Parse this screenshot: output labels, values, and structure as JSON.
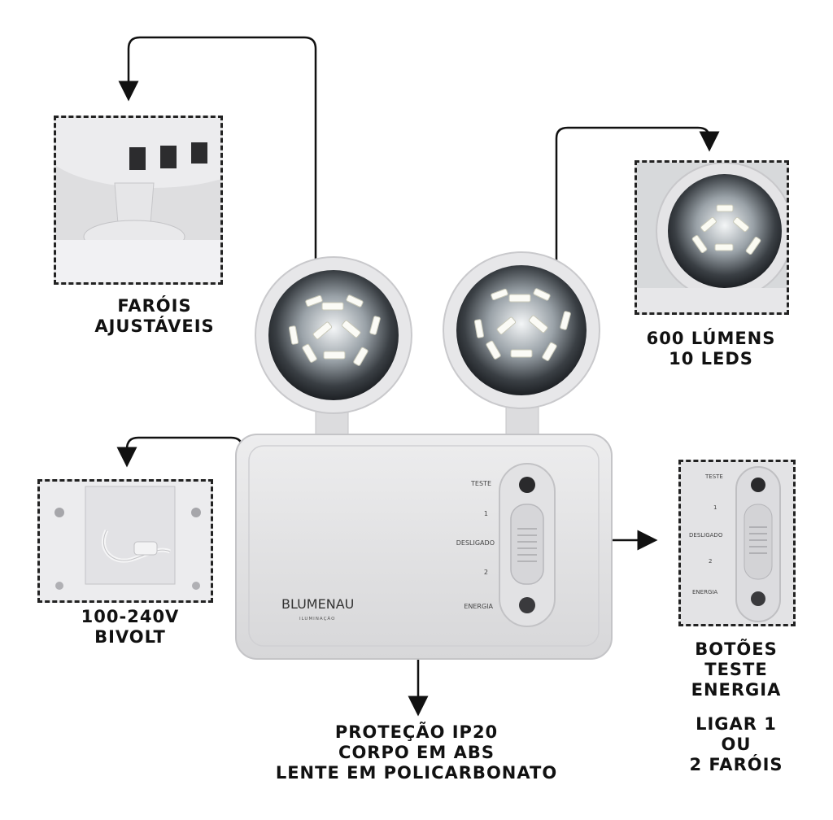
{
  "callouts": {
    "adjustable": {
      "line1": "FARÓIS",
      "line2": "AJUSTÁVEIS"
    },
    "lumens": {
      "line1": "600 LÚMENS",
      "line2": "10 LEDS"
    },
    "voltage": {
      "line1": "100-240V",
      "line2": "BIVOLT"
    },
    "buttons": {
      "line1": "BOTÕES",
      "line2": "TESTE",
      "line3": "ENERGIA"
    },
    "lamps": {
      "line1": "LIGAR 1",
      "line2": "OU",
      "line3": "2 FARÓIS"
    },
    "protection": {
      "line1": "PROTEÇÃO IP20",
      "line2": "CORPO EM ABS",
      "line3": "LENTE EM POLICARBONATO"
    }
  },
  "device": {
    "brand": "BLUMENAU",
    "brand_sub": "ILUMINAÇÃO",
    "panel_labels": {
      "teste": "TESTE",
      "one": "1",
      "desligado": "DESLIGADO",
      "two": "2",
      "energia": "ENERGIA"
    }
  },
  "colors": {
    "arrow": "#111111",
    "text": "#111111",
    "body": "#e4e4e6",
    "dash": "#222222"
  }
}
